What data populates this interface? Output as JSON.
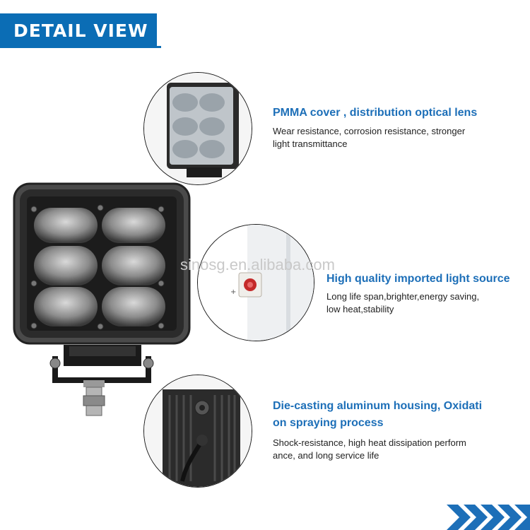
{
  "header": {
    "label": "DETAIL VIEW"
  },
  "colors": {
    "accent": "#0b6db5",
    "title_blue": "#1d6fb8"
  },
  "features": [
    {
      "title": "PMMA cover , distribution optical lens",
      "desc_line1": "Wear resistance, corrosion resistance, stronger",
      "desc_line2": "light transmittance"
    },
    {
      "title": "High quality imported light source",
      "desc_line1": "Long life span,brighter,energy saving,",
      "desc_line2": "low heat,stability"
    },
    {
      "title_line1": "Die-casting aluminum housing,  Oxidati",
      "title_line2": "on spraying process",
      "desc_line1": "Shock-resistance, high heat dissipation perform",
      "desc_line2": "ance, and long service life"
    }
  ],
  "watermark": "sinosg.en.alibaba.com",
  "icons": [
    "lens-cover-image",
    "led-chip-image",
    "housing-back-image",
    "footer-chevron-stripes"
  ]
}
